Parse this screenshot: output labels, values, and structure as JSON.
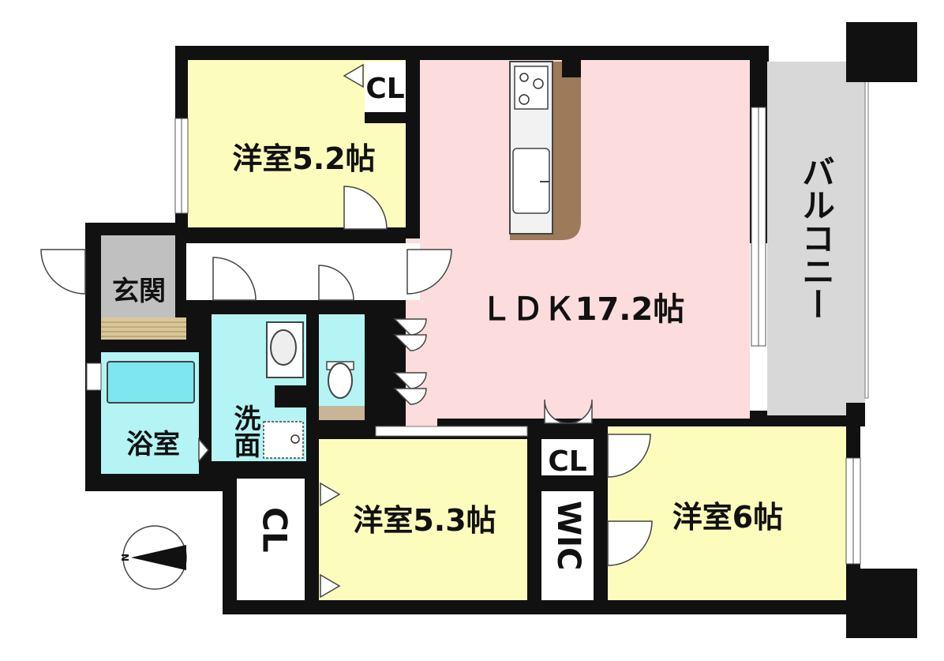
{
  "rooms": {
    "western_room_1": "洋室5.2帖",
    "ldk": "ＬＤＫ17.2帖",
    "entrance": "玄関",
    "bath": "浴室",
    "washroom": "洗面",
    "western_room_2": "洋室5.3帖",
    "western_room_3": "洋室6帖",
    "balcony": "バルコニー"
  },
  "closets": {
    "cl_top": "CL",
    "cl_left": "CL",
    "cl_mid": "CL",
    "wic": "WIC"
  },
  "compass": {
    "north_label": "N"
  },
  "colors": {
    "western_room": "#fcfcbc",
    "ldk": "#fcdcdc",
    "wet_area": "#b4f4f4",
    "balcony": "#d8d8d8",
    "entrance": "#c0c0c0",
    "kitchen_counter": "#9c7a5a",
    "wall": "#111111"
  }
}
